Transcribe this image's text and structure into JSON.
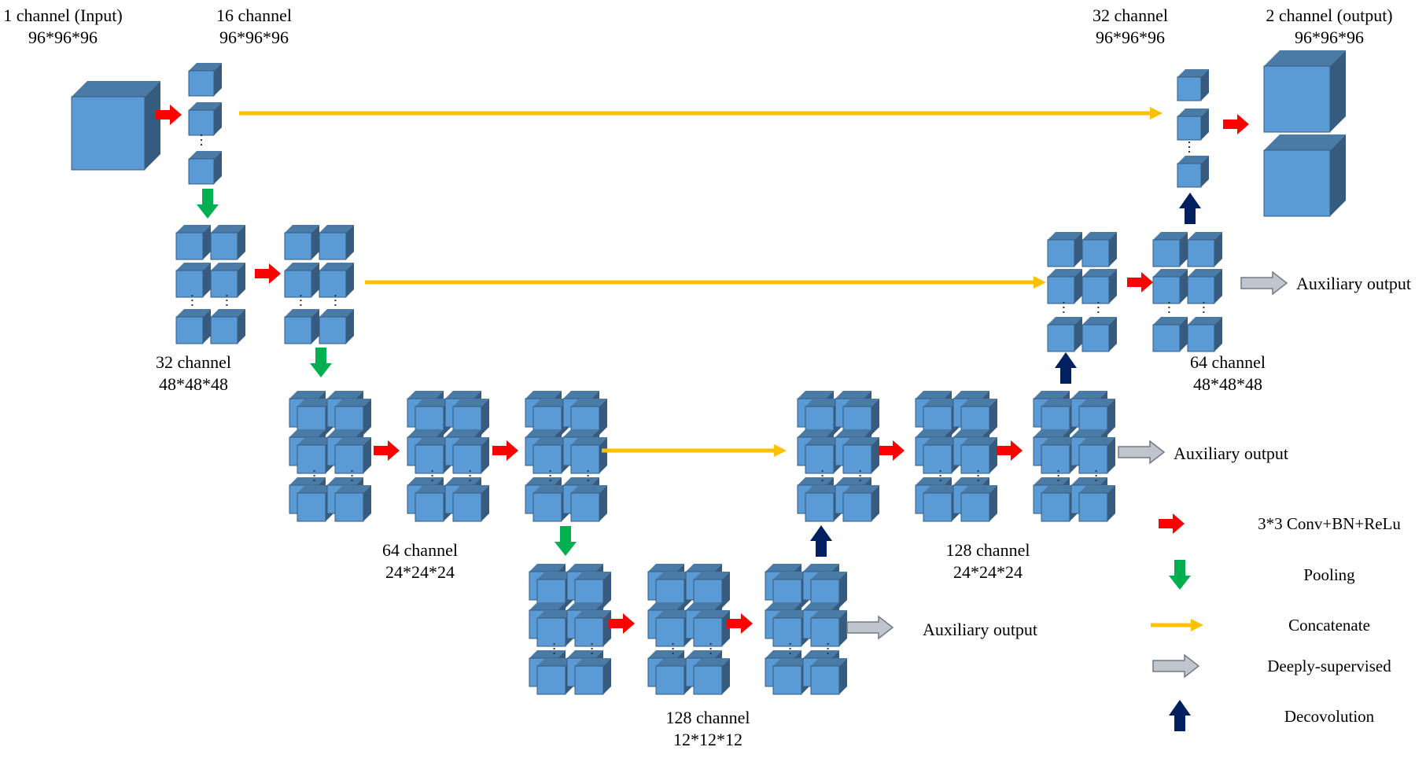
{
  "colors": {
    "cube_front": "#5b9bd5",
    "cube_top": "#4a7aa6",
    "cube_side": "#365b7f",
    "conv_arrow": "#ff0000",
    "pool_arrow": "#00b050",
    "concat_arrow": "#ffc000",
    "deep_arrow_fill": "#c0c4cc",
    "deep_arrow_stroke": "#6f7a88",
    "deconv_arrow": "#002060",
    "text": "#000000"
  },
  "labels": {
    "input": {
      "name": "1 channel (Input)",
      "size": "96*96*96"
    },
    "enc1": {
      "name": "16 channel",
      "size": "96*96*96"
    },
    "enc2": {
      "name": "32 channel",
      "size": "48*48*48"
    },
    "enc3": {
      "name": "64 channel",
      "size": "24*24*24"
    },
    "bottleneck": {
      "name": "128 channel",
      "size": "12*12*12"
    },
    "dec3": {
      "name": "128 channel",
      "size": "24*24*24"
    },
    "dec2": {
      "name": "64 channel",
      "size": "48*48*48"
    },
    "dec1": {
      "name": "32 channel",
      "size": "96*96*96"
    },
    "output": {
      "name": "2 channel (output)",
      "size": "96*96*96"
    },
    "aux_top": "Auxiliary output",
    "aux_mid": "Auxiliary output",
    "aux_bottom": "Auxiliary output"
  },
  "legend": [
    {
      "icon": "conv-arrow-icon",
      "label": "3*3 Conv+BN+ReLu"
    },
    {
      "icon": "pooling-arrow-icon",
      "label": "Pooling"
    },
    {
      "icon": "concatenate-arrow-icon",
      "label": "Concatenate"
    },
    {
      "icon": "deeply-supervised-arrow-icon",
      "label": "Deeply-supervised"
    },
    {
      "icon": "deconvolution-arrow-icon",
      "label": "Decovolution"
    }
  ]
}
